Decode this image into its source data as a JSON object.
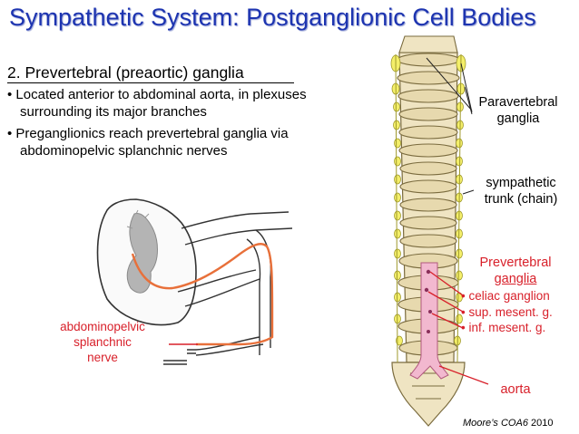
{
  "title": "Sympathetic System: Postganglionic Cell Bodies",
  "section_heading": "2. Prevertebral (preaortic) ganglia",
  "bullets": [
    {
      "line1": "• Located anterior to abdominal aorta, in plexuses",
      "line2": "surrounding its major branches"
    },
    {
      "line1": "• Preganglionics reach prevertebral ganglia via",
      "line2": "abdominopelvic splanchnic nerves"
    }
  ],
  "labels": {
    "paravertebral": {
      "line1": "Paravertebral",
      "line2": "ganglia"
    },
    "sympathetic_trunk": {
      "line1": "sympathetic",
      "line2": "trunk (chain)"
    },
    "prevertebral": {
      "line1": "Prevertebral",
      "line2": "ganglia"
    },
    "ganglia_list": [
      "• celiac ganglion",
      "• sup. mesent. g.",
      "• inf. mesent. g."
    ],
    "aorta": "aorta",
    "splanchnic": {
      "line1": "abdominopelvic",
      "line2": "splanchnic",
      "line3": "nerve"
    }
  },
  "credit": {
    "source": "Moore’s COA6",
    "year": " 2010"
  },
  "colors": {
    "title": "#1d34b0",
    "accent_red": "#d8202a",
    "nerve": "#e8703a",
    "aorta_fill": "#f2b8cf",
    "ganglia_fill": "#f4ef6a"
  }
}
